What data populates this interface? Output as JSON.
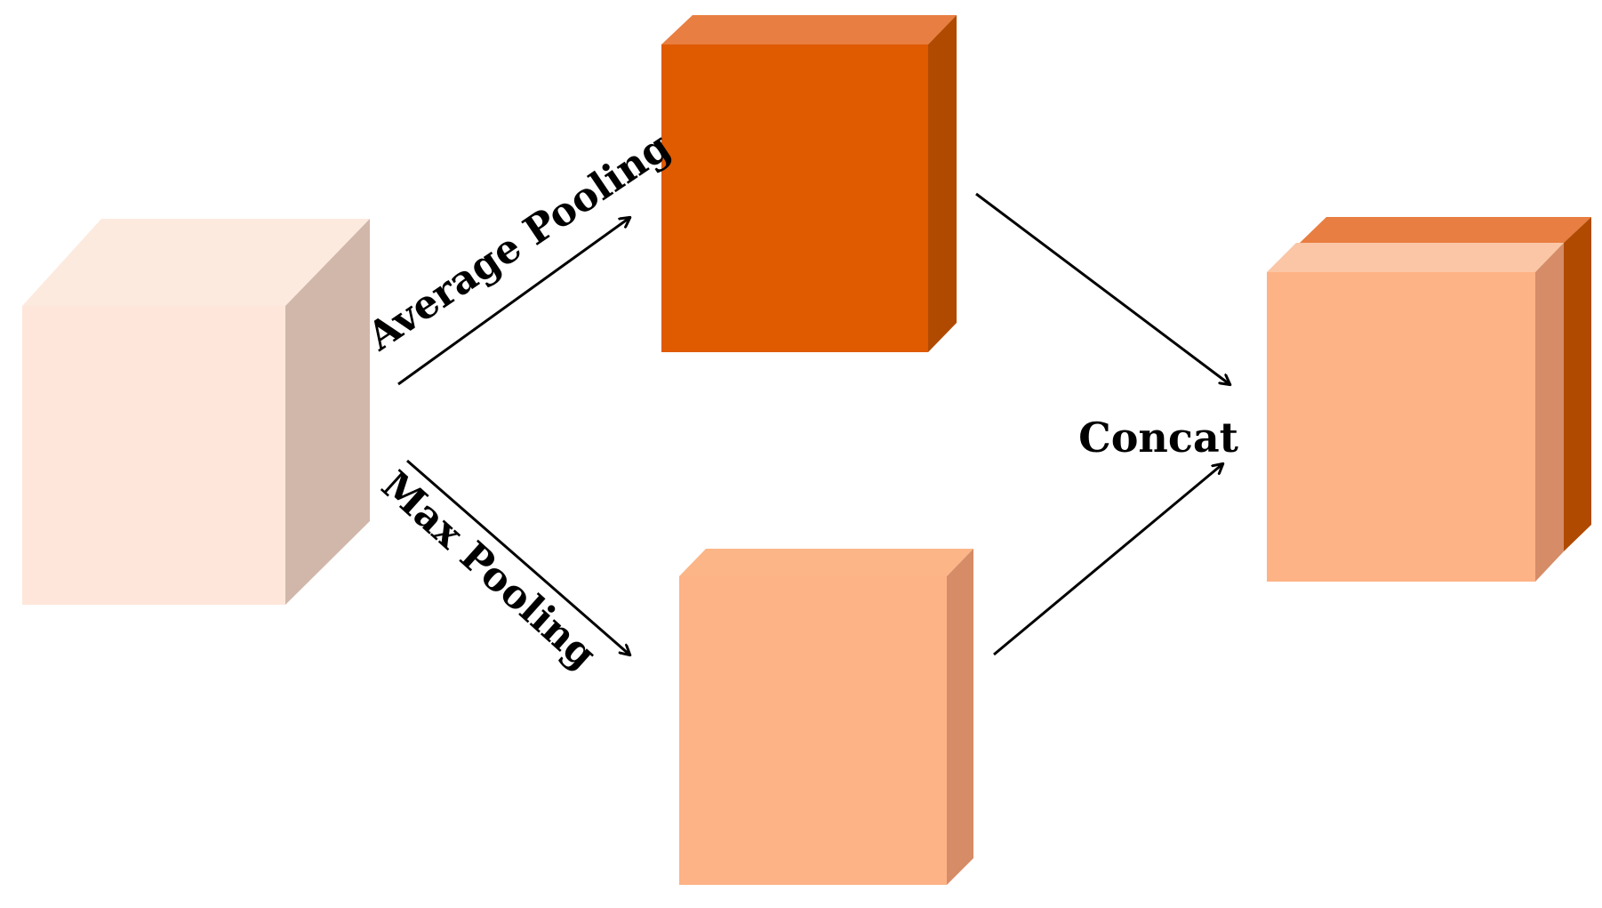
{
  "labels": {
    "average_pooling": "Average Pooling",
    "max_pooling": "Max Pooling",
    "concat": "Concat"
  },
  "colors": {
    "input_front": "#FEE7DA",
    "input_top": "#FDEADF",
    "input_side": "#D1B7AA",
    "avg_front": "#E05A00",
    "avg_top": "#E87E41",
    "avg_side": "#B04A00",
    "max_front": "#FDB386",
    "max_top": "#FBB587",
    "max_side": "#D58C67",
    "concat_back_top": "#E87E41",
    "concat_back_side": "#B04A00",
    "concat_front": "#FDB386",
    "concat_top": "#FBC6A5",
    "concat_side": "#D58C67",
    "arrow": "#000000"
  }
}
